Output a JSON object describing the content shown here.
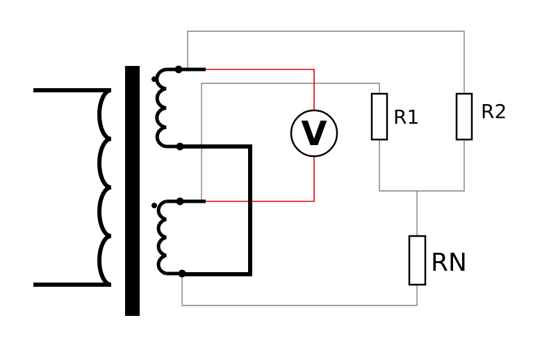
{
  "labels": {
    "voltmeter": "V",
    "r1": "R1",
    "r2": "R2",
    "rn": "RN"
  },
  "colors": {
    "wire": "#000000",
    "voltmeter_wire": "#dd0000",
    "thin_wire": "#808080",
    "background": "#ffffff",
    "core": "#000000"
  }
}
